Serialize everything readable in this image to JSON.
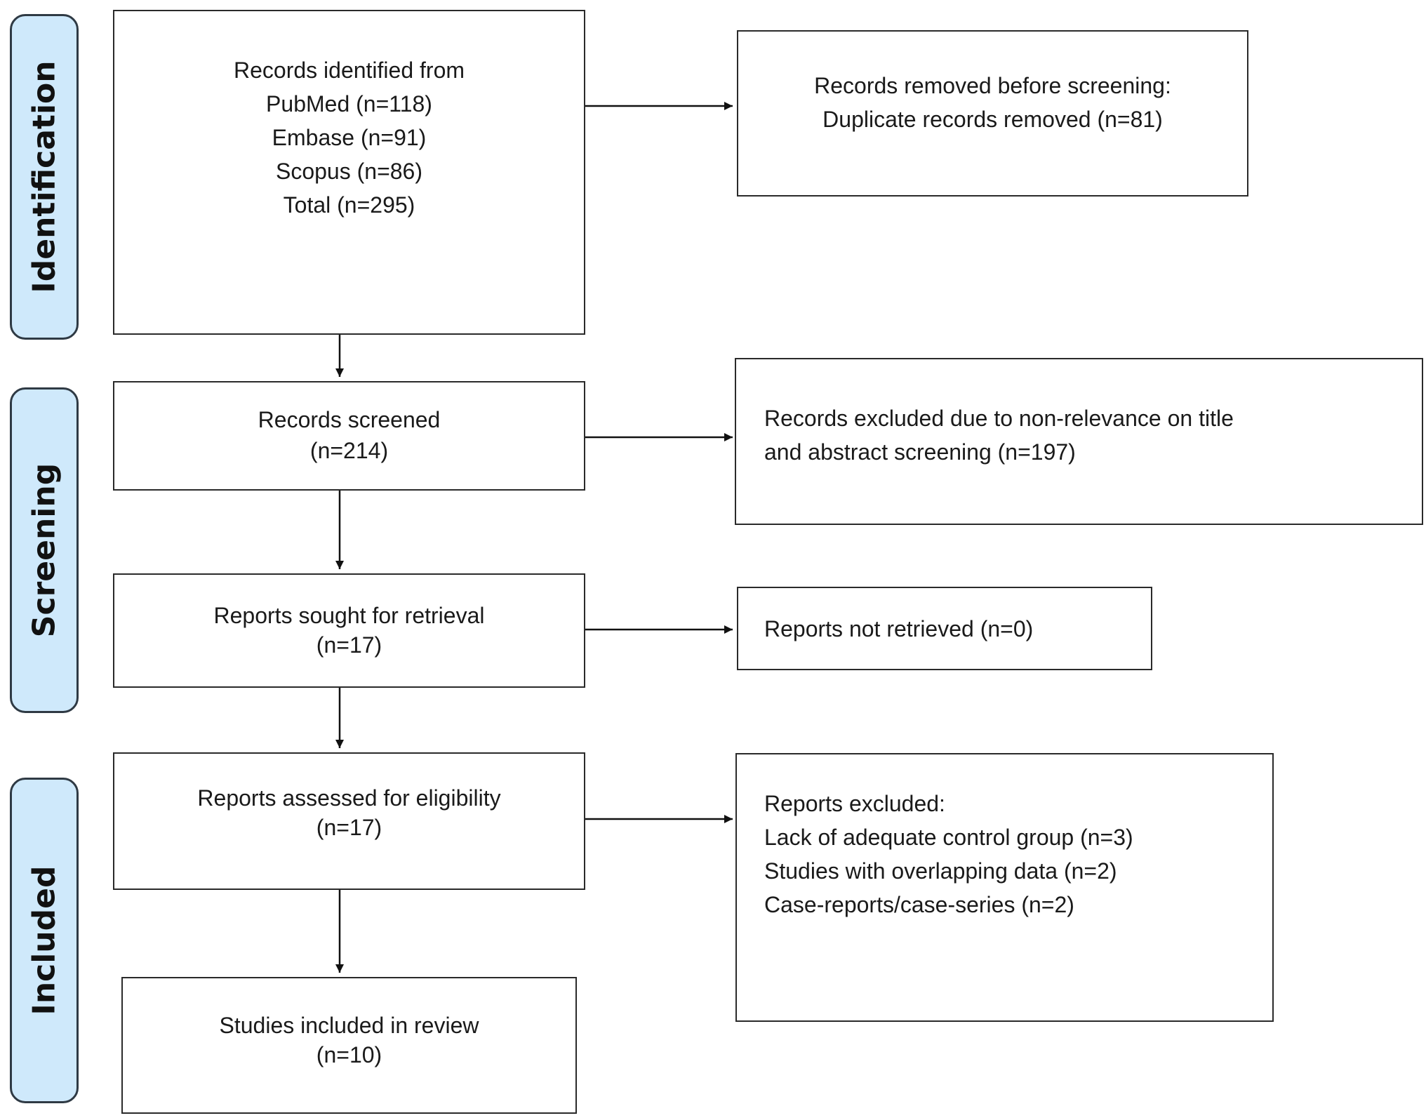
{
  "stages": {
    "identification": "Identification",
    "screening": "Screening",
    "included": "Included"
  },
  "identified": {
    "lines": [
      "Records identified from",
      "PubMed (n=118)",
      "Embase (n=91)",
      "Scopus (n=86)",
      "Total (n=295)"
    ]
  },
  "removed": {
    "lines": [
      "Records removed before screening:",
      "Duplicate records removed (n=81)"
    ]
  },
  "screened": {
    "lines": [
      "Records screened",
      "(n=214)"
    ]
  },
  "excluded_screening": {
    "lines": [
      "Records excluded due to non-relevance on title",
      "and abstract screening (n=197)"
    ]
  },
  "sought": {
    "lines": [
      "Reports sought for retrieval",
      "(n=17)"
    ]
  },
  "not_retrieved": {
    "lines": [
      "Reports not retrieved (n=0)"
    ]
  },
  "assessed": {
    "lines": [
      "Reports assessed for eligibility",
      "(n=17)"
    ]
  },
  "reports_excluded": {
    "lines": [
      "Reports excluded:",
      "Lack of adequate control group (n=3)",
      "Studies with overlapping data (n=2)",
      "Case-reports/case-series (n=2)"
    ]
  },
  "included": {
    "lines": [
      "Studies included in review",
      "(n=10)"
    ]
  },
  "colors": {
    "stage_fill": "#cfe9fb",
    "stage_border": "#2f3a44",
    "box_border": "#2a2a2a",
    "arrow": "#111111"
  }
}
